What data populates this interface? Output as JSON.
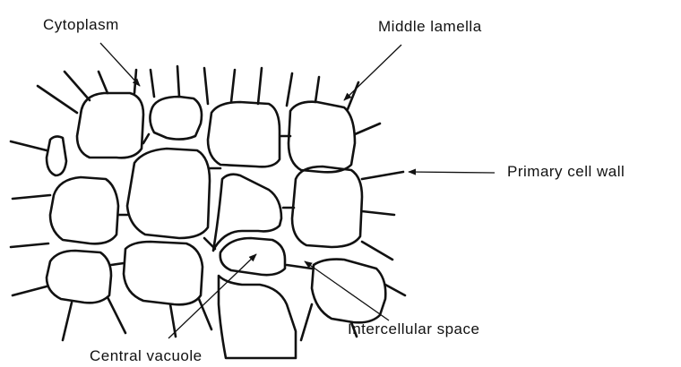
{
  "labels": {
    "cytoplasm": "Cytoplasm",
    "middle_lamella": "Middle lamella",
    "primary_cell_wall": "Primary cell wall",
    "intercellular_space": "Intercellular space",
    "central_vacuole": "Central vacuole"
  },
  "colors": {
    "ink": "#111111",
    "background": "#ffffff"
  }
}
